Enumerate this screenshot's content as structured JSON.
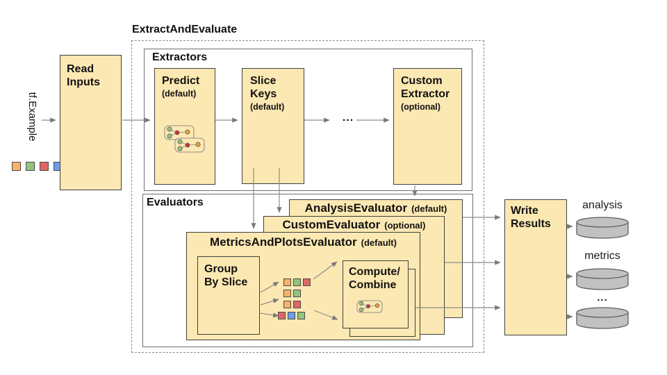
{
  "title": "ExtractAndEvaluate",
  "input": {
    "label": "tf.Example",
    "legend_squares": [
      "orange",
      "green",
      "red",
      "blue"
    ]
  },
  "read_inputs": {
    "label": "Read\nInputs"
  },
  "extractors": {
    "label": "Extractors",
    "predict": {
      "name": "Predict",
      "qualifier": "(default)"
    },
    "slice_keys": {
      "name": "Slice\nKeys",
      "qualifier": "(default)"
    },
    "ellipsis": "...",
    "custom": {
      "name": "Custom\nExtractor",
      "qualifier": "(optional)"
    }
  },
  "evaluators": {
    "label": "Evaluators",
    "analysis": {
      "name": "AnalysisEvaluator",
      "qualifier": "(default)"
    },
    "custom": {
      "name": "CustomEvaluator",
      "qualifier": "(optional)"
    },
    "metrics": {
      "name": "MetricsAndPlotsEvaluator",
      "qualifier": "(default)"
    },
    "group_by_slice": "Group\nBy Slice",
    "compute_combine": "Compute/\nCombine"
  },
  "slice_grid": {
    "rows": [
      [
        "orange",
        "green",
        "red"
      ],
      [
        "orange",
        "green"
      ],
      [
        "orange",
        "red"
      ],
      [
        "red",
        "blue",
        "green"
      ]
    ]
  },
  "outputs": {
    "write_results": "Write\nResults",
    "stores": [
      {
        "label": "analysis"
      },
      {
        "label": "metrics"
      },
      {
        "label": "..."
      }
    ]
  },
  "palette": {
    "box_fill": "#FCE8B2",
    "box_border": "#3F3F3F",
    "container_border": "#6E6E6E",
    "arrow": "#8A8A8A",
    "cylinder_fill": "#C1C1C1",
    "cylinder_border": "#5F5F5F",
    "square_orange": "#F6B26B",
    "square_green": "#93C47D",
    "square_red": "#E06666",
    "square_blue": "#6D9EEB",
    "node_green": "#93C47D",
    "node_red": "#C0392B",
    "node_yellow": "#E8A33D"
  }
}
